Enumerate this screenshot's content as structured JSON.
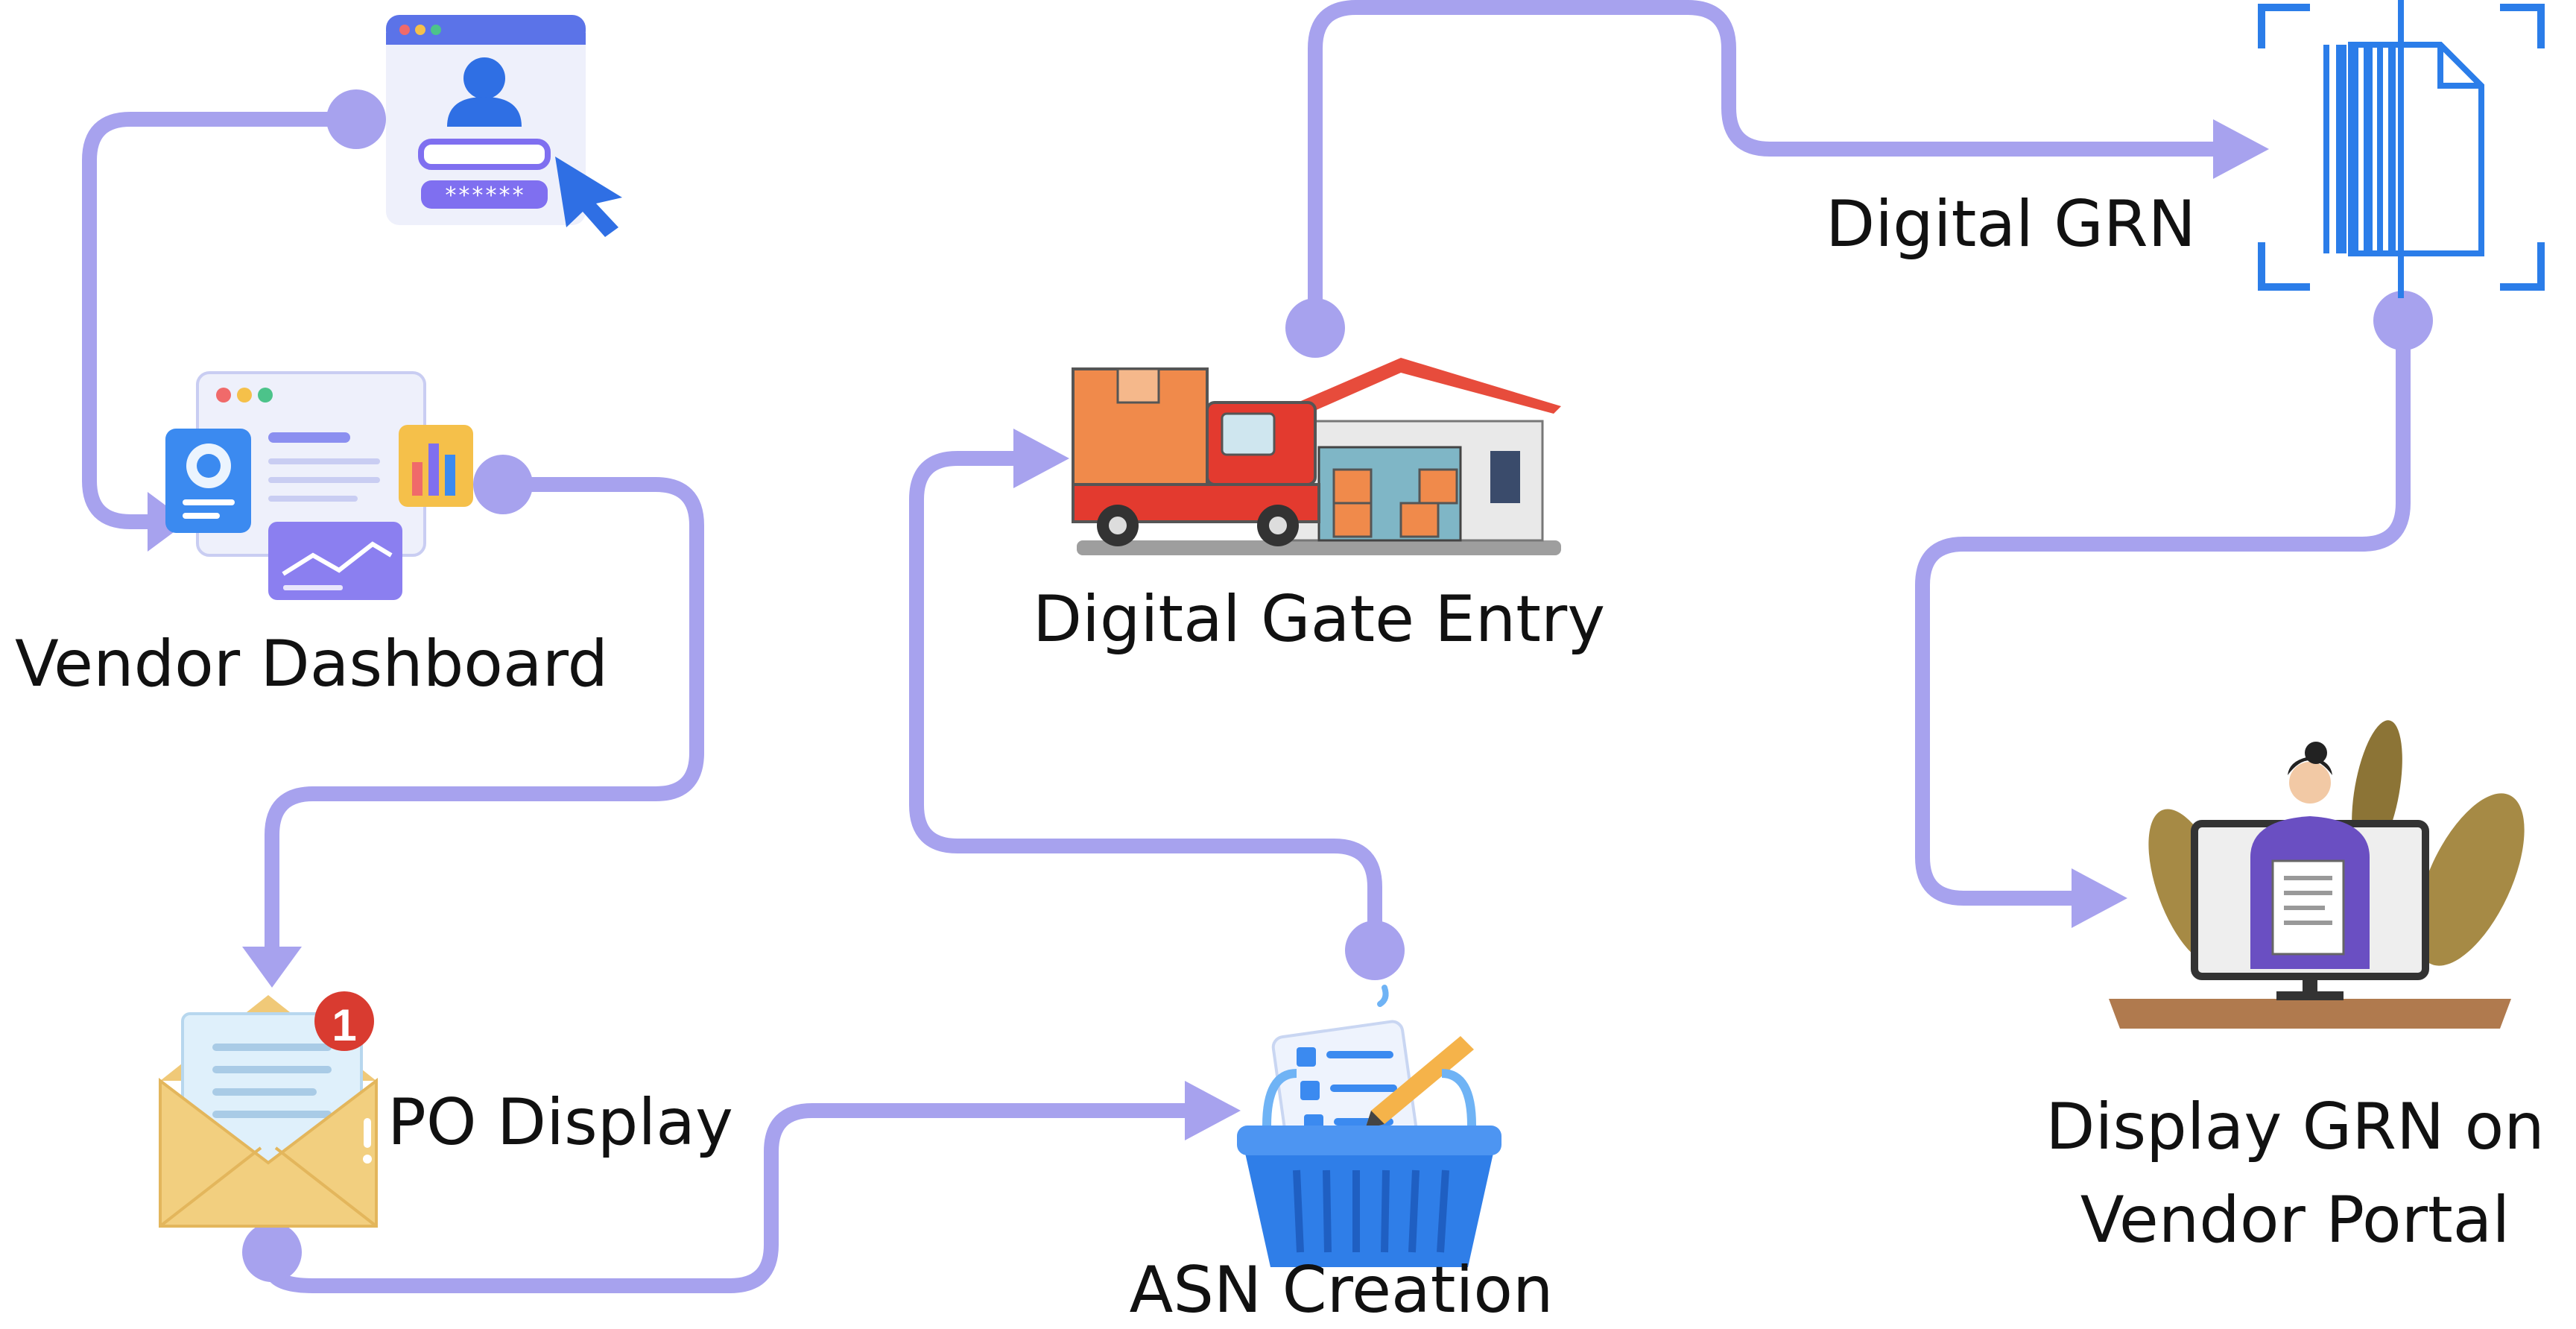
{
  "diagram": {
    "connector_color": "#a7a2ee",
    "steps": [
      {
        "id": "login",
        "icon": "login-screen-icon",
        "label": ""
      },
      {
        "id": "vendor-dashboard",
        "icon": "dashboard-icon",
        "label": "Vendor Dashboard"
      },
      {
        "id": "po-display",
        "icon": "envelope-notification-icon",
        "label": "PO Display",
        "badge": "1"
      },
      {
        "id": "asn-creation",
        "icon": "checklist-basket-icon",
        "label": "ASN Creation"
      },
      {
        "id": "digital-gate-entry",
        "icon": "truck-warehouse-icon",
        "label": "Digital Gate Entry"
      },
      {
        "id": "digital-grn",
        "icon": "barcode-document-icon",
        "label": "Digital GRN"
      },
      {
        "id": "display-grn",
        "icon": "person-monitor-document-icon",
        "label": "Display GRN on\nVendor Portal"
      }
    ]
  }
}
